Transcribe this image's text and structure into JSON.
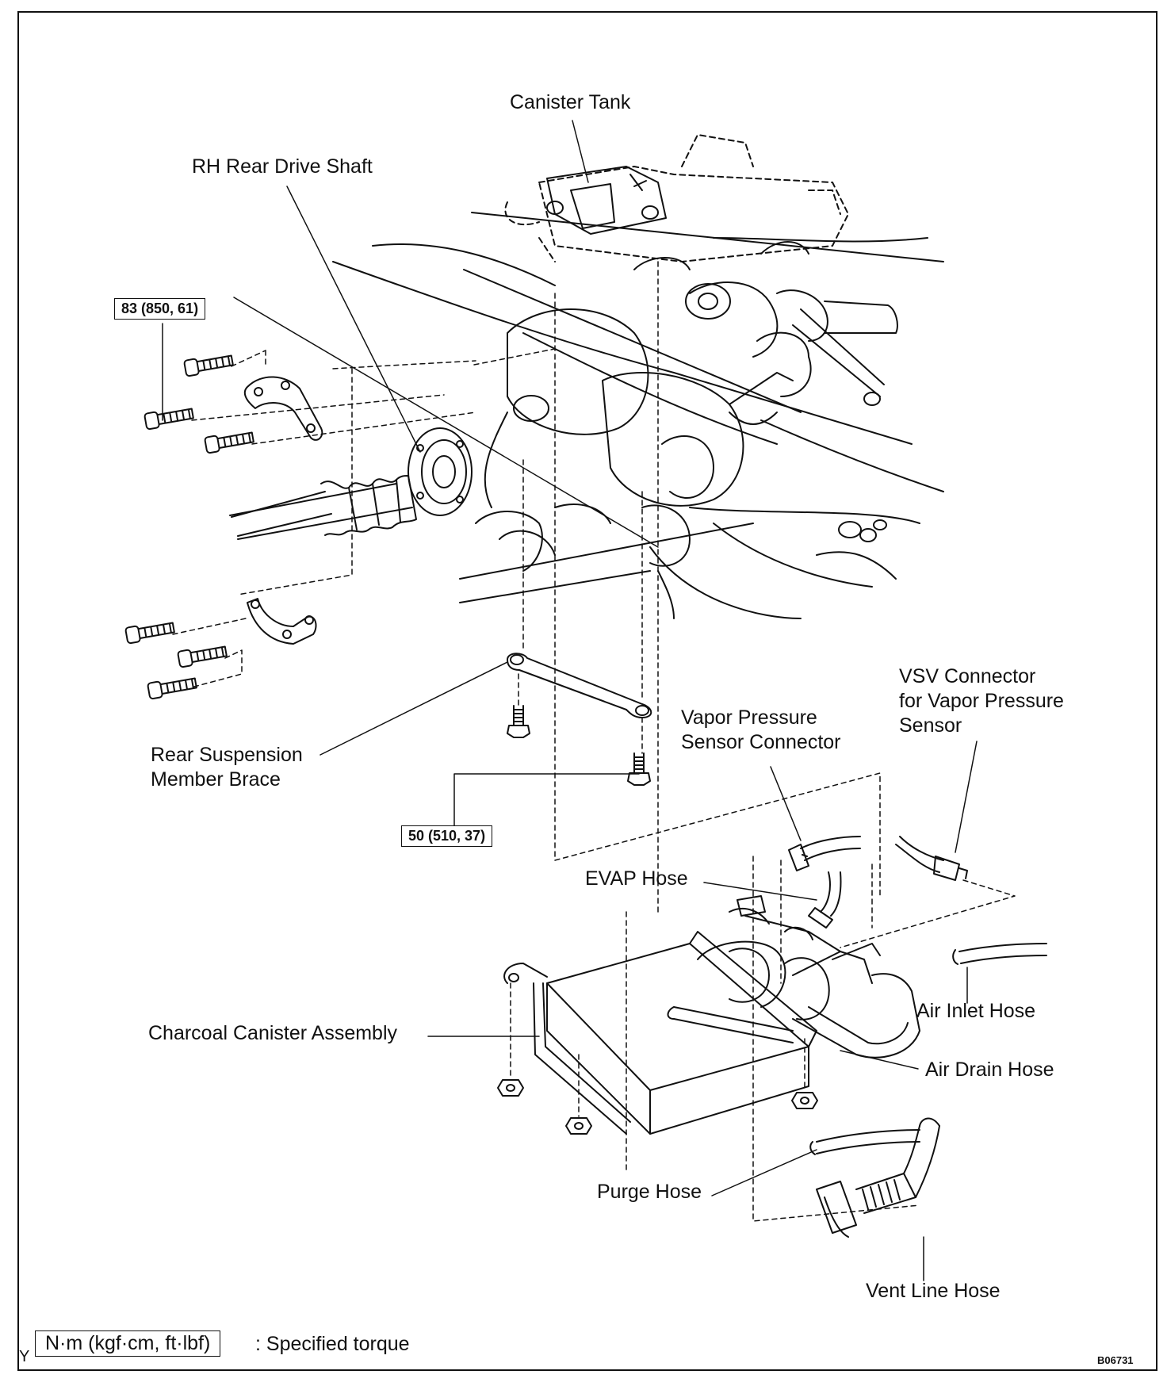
{
  "labels": {
    "canister_tank": "Canister Tank",
    "rh_rear_drive_shaft": "RH Rear Drive Shaft",
    "rear_suspension_member_brace": [
      "Rear Suspension",
      "Member Brace"
    ],
    "vapor_pressure_sensor_connector": [
      "Vapor Pressure",
      "Sensor Connector"
    ],
    "vsv_connector": [
      "VSV Connector",
      "for Vapor Pressure",
      "Sensor"
    ],
    "evap_hose": "EVAP Hose",
    "air_inlet_hose": "Air Inlet Hose",
    "charcoal_canister_assembly": "Charcoal Canister Assembly",
    "air_drain_hose": "Air Drain Hose",
    "purge_hose": "Purge Hose",
    "vent_line_hose": "Vent Line Hose"
  },
  "torques": {
    "drive_shaft_bolt": "83 (850, 61)",
    "brace_bolt": "50 (510, 37)"
  },
  "legend": {
    "marker": "Y",
    "unit_box": "N·m (kgf·cm, ft·lbf)",
    "text": ": Specified torque"
  },
  "figure_code": "B06731",
  "colors": {
    "ink": "#111111",
    "paper": "#ffffff"
  }
}
